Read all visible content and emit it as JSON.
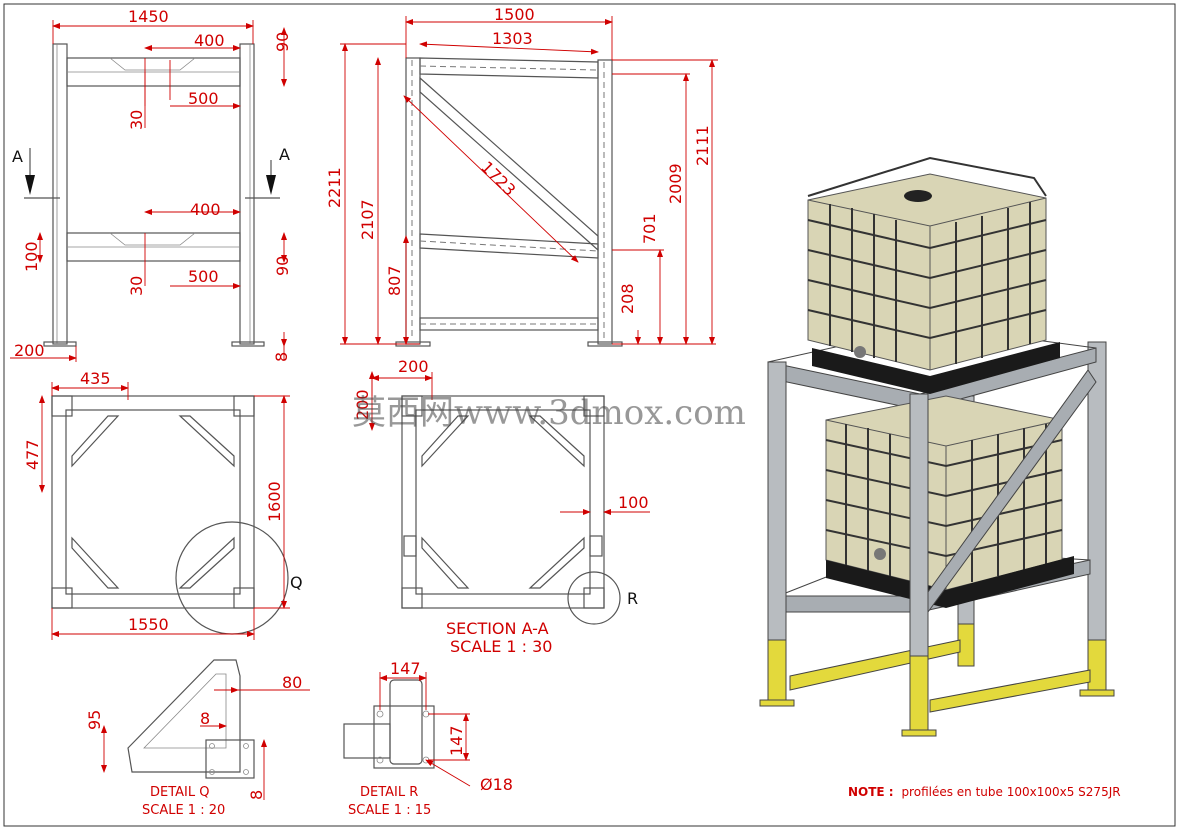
{
  "front_view": {
    "width": "1450",
    "top_span": "400",
    "top_inner": "500",
    "top_height": "90",
    "top_gap": "30",
    "mid_span": "400",
    "mid_inner": "500",
    "mid_height": "90",
    "mid_gap": "30",
    "mid_left": "100",
    "foot_width": "200",
    "foot_height": "8",
    "section_label_left": "A",
    "section_label_right": "A"
  },
  "side_view": {
    "width": "1500",
    "top_len": "1303",
    "diag": "1723",
    "h_total": "2211",
    "h_inner": "2107",
    "h_low": "807",
    "h_right_total": "2111",
    "h_right": "2009",
    "h_mid": "701",
    "h_bottom": "208"
  },
  "top_view": {
    "width": "1550",
    "depth": "1600",
    "offset": "435",
    "side_offset": "477",
    "detail_mark": "Q"
  },
  "section_view": {
    "offset_x": "200",
    "offset_y": "200",
    "post_width": "100",
    "detail_mark": "R",
    "title": "SECTION A-A",
    "scale": "SCALE 1 : 30"
  },
  "detail_q": {
    "dim_80": "80",
    "dim_95": "95",
    "dim_8a": "8",
    "dim_8b": "8",
    "title": "DETAIL Q",
    "scale": "SCALE 1 : 20"
  },
  "detail_r": {
    "dim_147a": "147",
    "dim_147b": "147",
    "hole": "Ø18",
    "title": "DETAIL R",
    "scale": "SCALE 1 : 15"
  },
  "note": {
    "label": "NOTE :",
    "text": "profilées  en tube 100x100x5  S275JR"
  },
  "watermark": "莫西网www.3dmox.com",
  "colors": {
    "dim": "#d00000",
    "steel": "#9ea2a6",
    "paint": "#e3d93c",
    "tank": "#d9d5b5",
    "frame": "#555555"
  }
}
